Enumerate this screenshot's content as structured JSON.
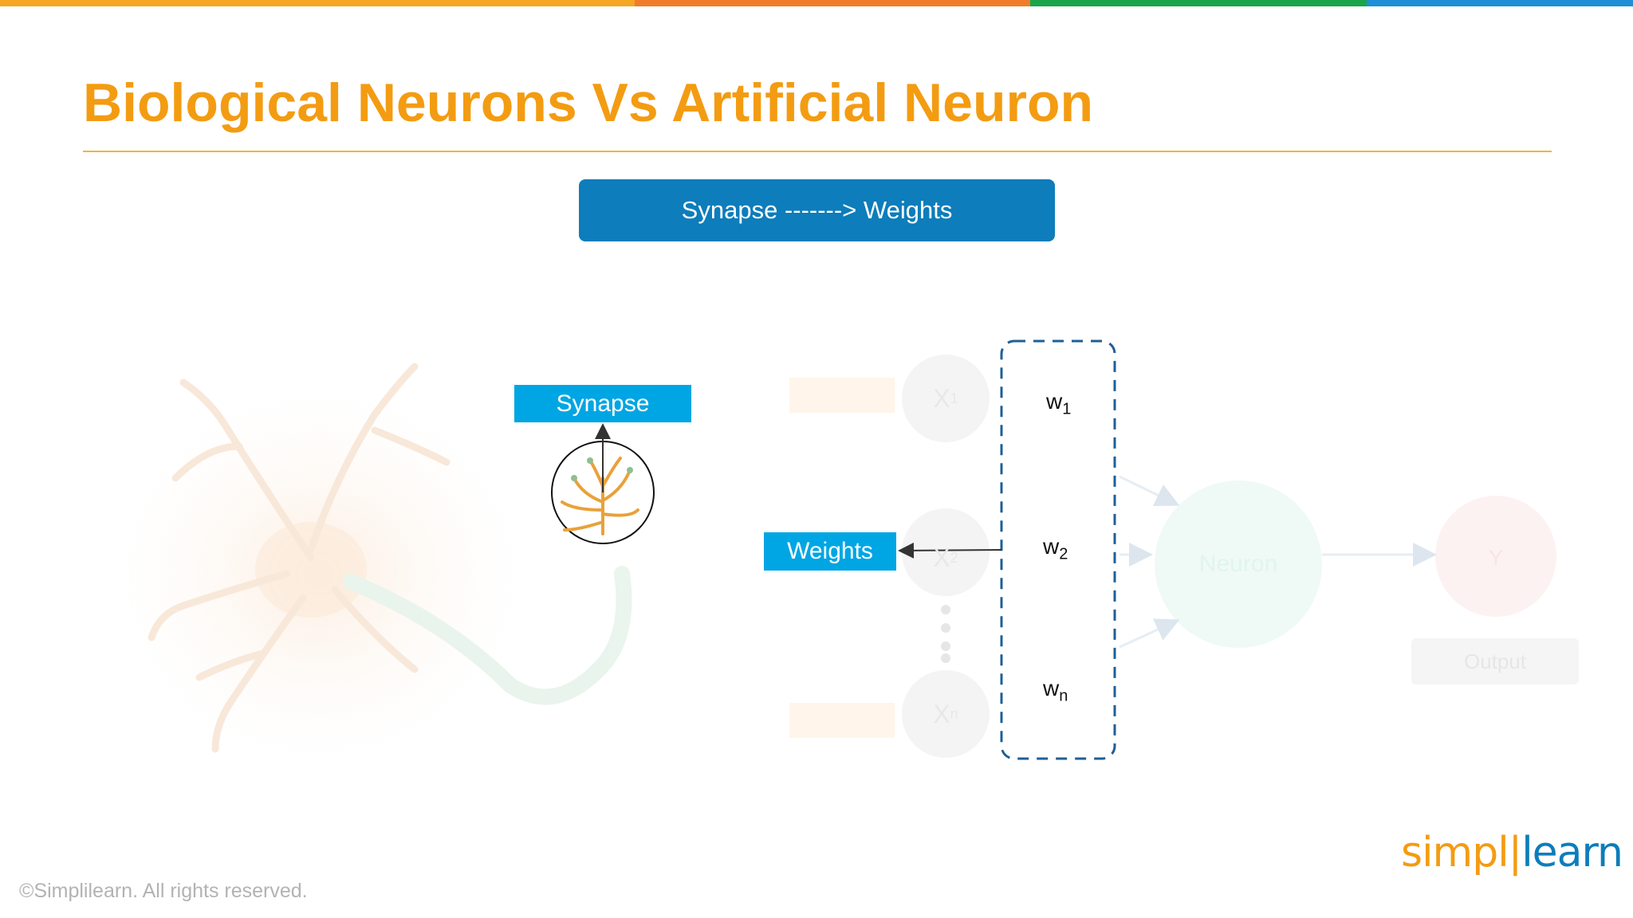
{
  "slide": {
    "title": "Biological Neurons Vs Artificial Neuron",
    "banner": "Synapse -------> Weights",
    "footer": "©Simplilearn. All rights reserved.",
    "logo_part1": "simpl",
    "logo_part2": "learn"
  },
  "biological": {
    "synapse_label": "Synapse"
  },
  "artificial": {
    "weights_label": "Weights",
    "inputs": [
      {
        "name": "X",
        "sub": "1"
      },
      {
        "name": "X",
        "sub": "2"
      },
      {
        "name": "X",
        "sub": "n"
      }
    ],
    "weights": [
      {
        "name": "w",
        "sub": "1"
      },
      {
        "name": "w",
        "sub": "2"
      },
      {
        "name": "w",
        "sub": "n"
      }
    ],
    "neuron_label": "Neuron",
    "output_symbol": "Y",
    "output_label": "Output"
  },
  "colors": {
    "title": "#f39c12",
    "banner": "#0d7dbb",
    "label_box": "#00a6e3",
    "topbar": [
      "#f5a623",
      "#f07c2a",
      "#1aa54b",
      "#1e8fd6"
    ]
  }
}
